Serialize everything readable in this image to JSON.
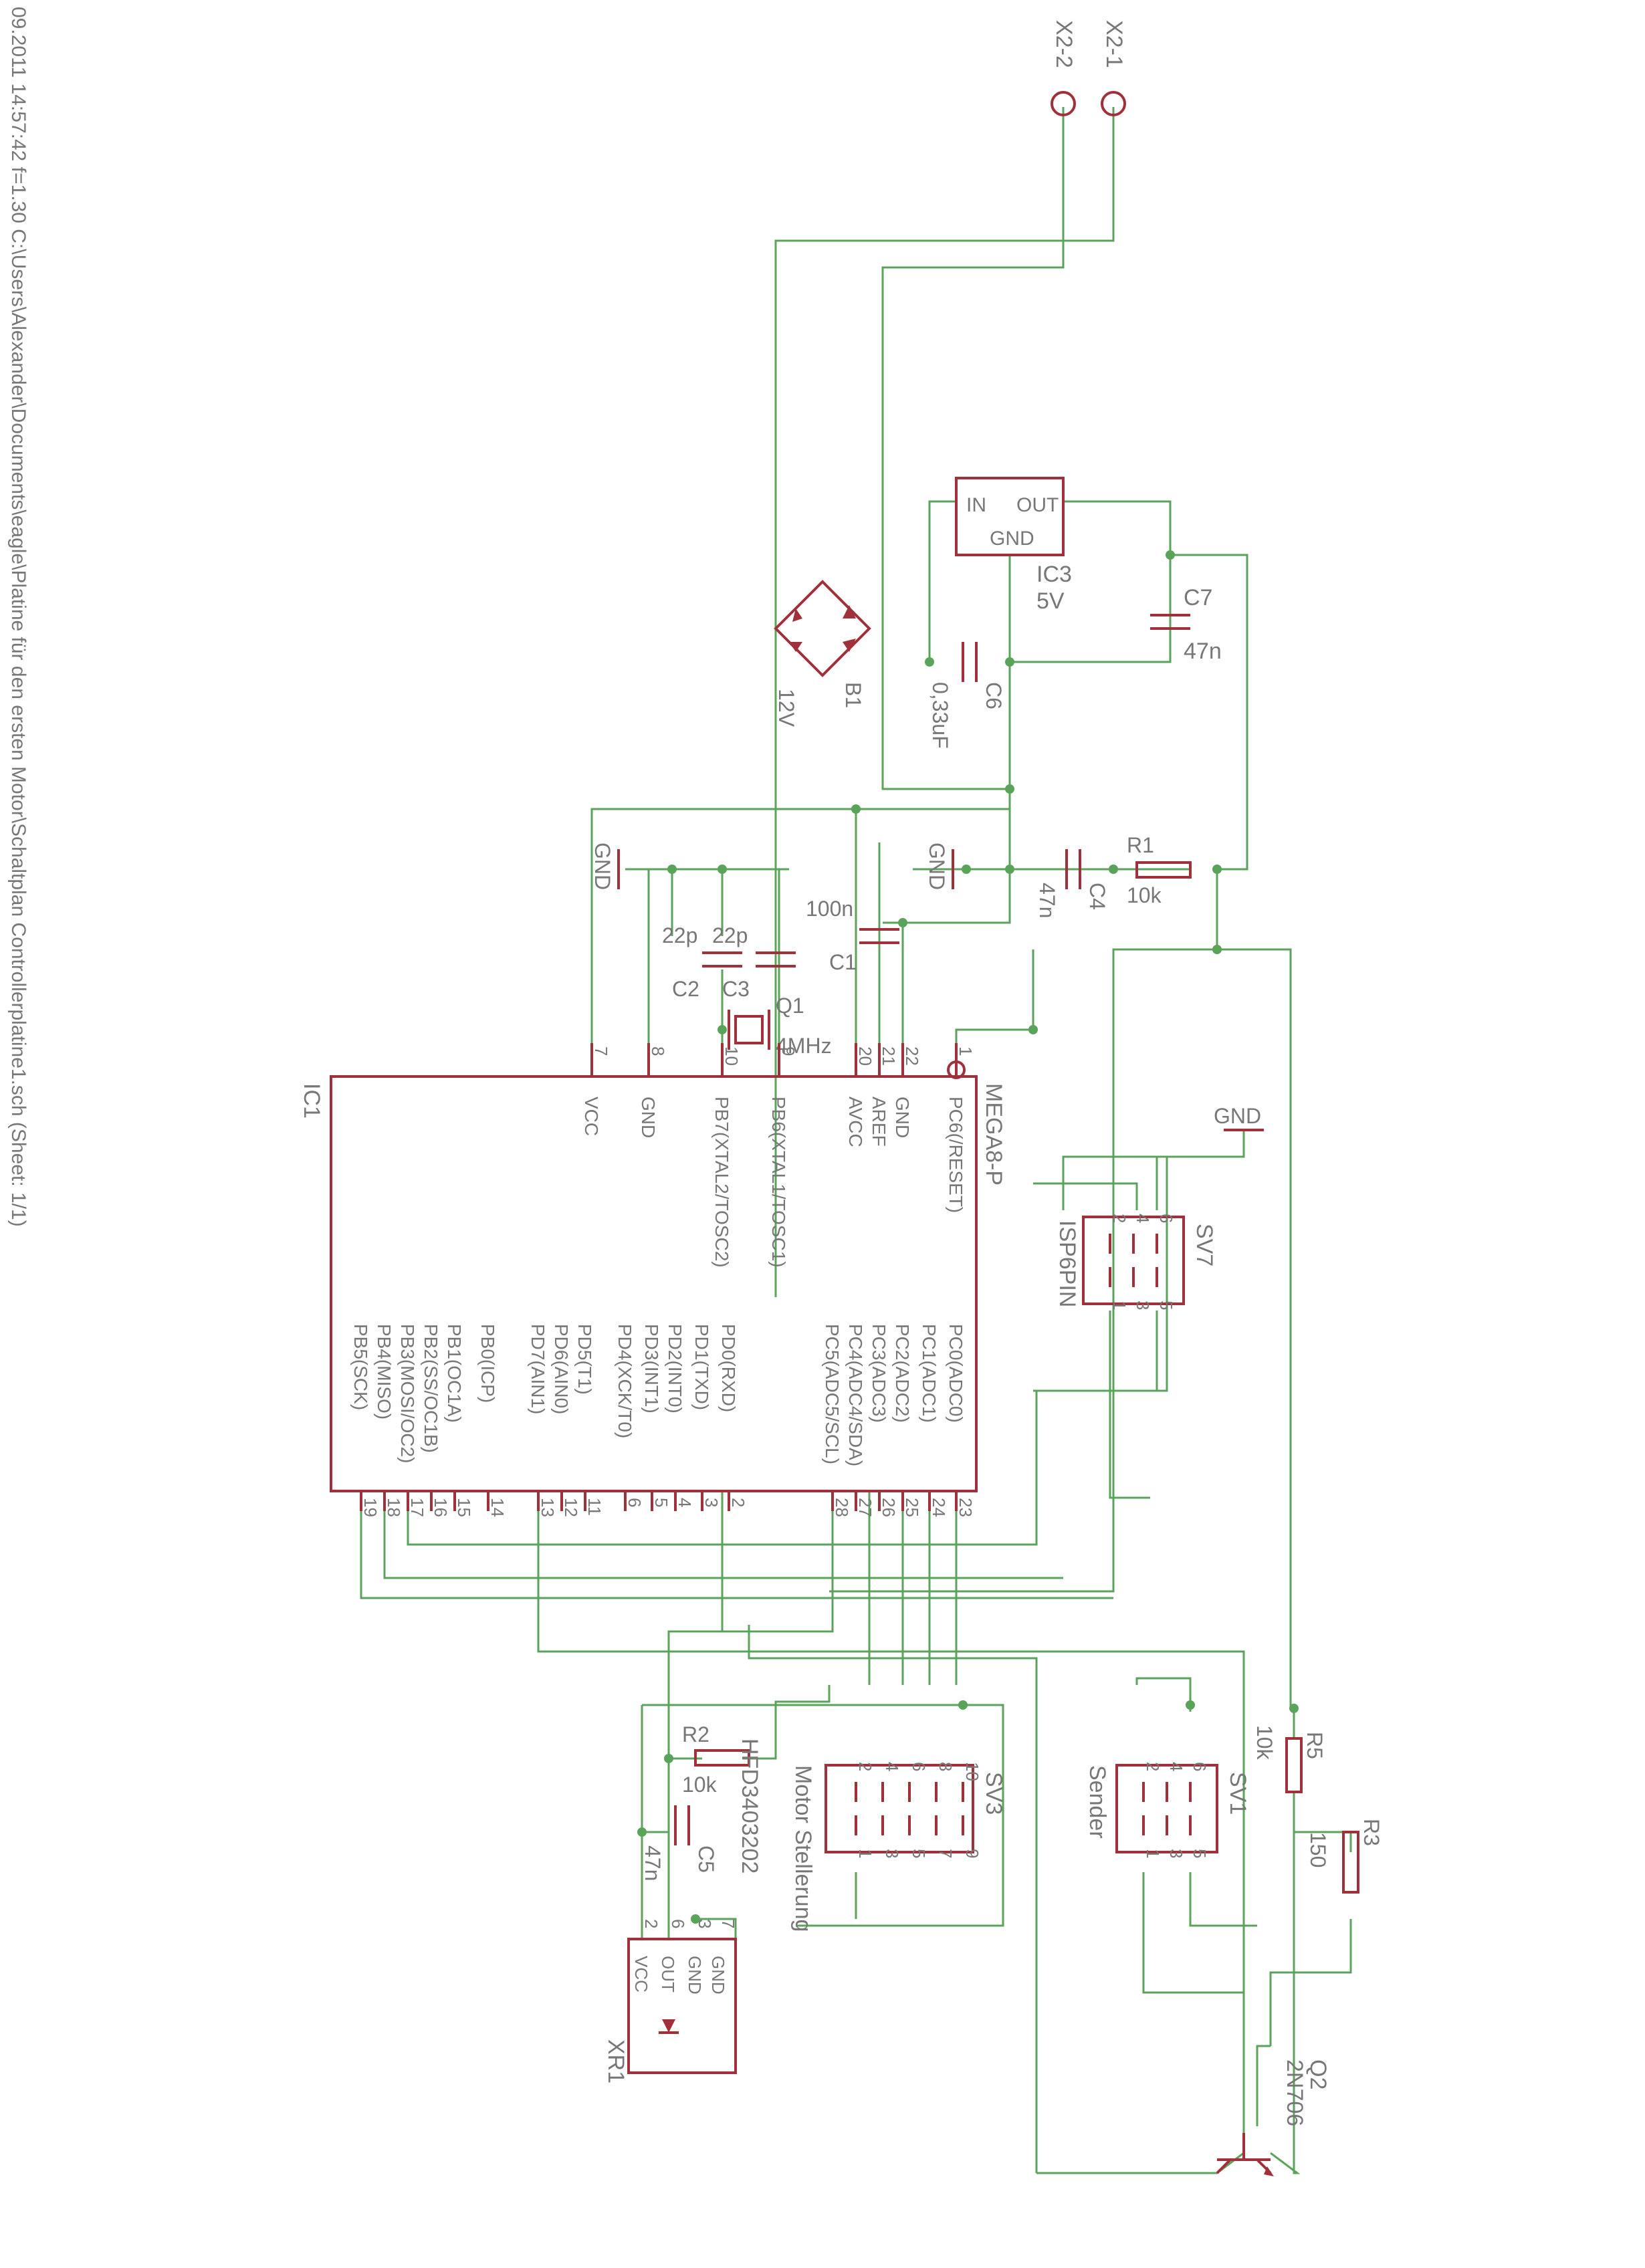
{
  "footer": "09.2011 14:57:42 f=1.30 C:\\Users\\Alexander\\Documents\\eagle\\Platine für den ersten Motor\\Schaltplan Controllerplatine1.sch (Sheet: 1/1)",
  "connectors": {
    "x2_1": "X2-1",
    "x2_2": "X2-2"
  },
  "regulator": {
    "name": "IC3",
    "value": "5V",
    "pin_in": "IN",
    "pin_out": "OUT",
    "pin_gnd": "GND"
  },
  "bridge": {
    "name": "B1",
    "value": "12V"
  },
  "caps": {
    "c6": {
      "name": "C6",
      "value": "0,33uF"
    },
    "c7": {
      "name": "C7",
      "value": "47n"
    },
    "c4": {
      "name": "C4",
      "value": "47n"
    },
    "c1": {
      "name": "C1",
      "value": "100n"
    },
    "c2": {
      "name": "C2",
      "value": "22p"
    },
    "c3": {
      "name": "C3",
      "value": "22p"
    },
    "c5": {
      "name": "C5",
      "value": "47n"
    }
  },
  "resistors": {
    "r1": {
      "name": "R1",
      "value": "10k"
    },
    "r2": {
      "name": "R2",
      "value": "10k"
    },
    "r3": {
      "name": "R3",
      "value": "150"
    },
    "r5": {
      "name": "R5",
      "value": "10k"
    }
  },
  "crystal": {
    "name": "Q1",
    "value": "4MHz"
  },
  "gnd_label": "GND",
  "mcu": {
    "name": "IC1",
    "value": "MEGA8-P",
    "top_pins": [
      {
        "num": "7",
        "name": "VCC"
      },
      {
        "num": "8",
        "name": "GND"
      },
      {
        "num": "10",
        "name": "PB7(XTAL2/TOSC2)"
      },
      {
        "num": "9",
        "name": "PB6(XTAL1/TOSC1)"
      },
      {
        "num": "20",
        "name": "AVCC"
      },
      {
        "num": "21",
        "name": "AREF"
      },
      {
        "num": "22",
        "name": "GND"
      },
      {
        "num": "1",
        "name": "PC6(/RESET)"
      }
    ],
    "bottom_pins": [
      {
        "num": "19",
        "name": "PB5(SCK)"
      },
      {
        "num": "18",
        "name": "PB4(MISO)"
      },
      {
        "num": "17",
        "name": "PB3(MOSI/OC2)"
      },
      {
        "num": "16",
        "name": "PB2(SS/OC1B)"
      },
      {
        "num": "15",
        "name": "PB1(OC1A)"
      },
      {
        "num": "14",
        "name": "PB0(ICP)"
      },
      {
        "num": "13",
        "name": "PD7(AIN1)"
      },
      {
        "num": "12",
        "name": "PD6(AIN0)"
      },
      {
        "num": "11",
        "name": "PD5(T1)"
      },
      {
        "num": "6",
        "name": "PD4(XCK/T0)"
      },
      {
        "num": "5",
        "name": "PD3(INT1)"
      },
      {
        "num": "4",
        "name": "PD2(INT0)"
      },
      {
        "num": "3",
        "name": "PD1(TXD)"
      },
      {
        "num": "2",
        "name": "PD0(RXD)"
      },
      {
        "num": "28",
        "name": "PC5(ADC5/SCL)"
      },
      {
        "num": "27",
        "name": "PC4(ADC4/SDA)"
      },
      {
        "num": "26",
        "name": "PC3(ADC3)"
      },
      {
        "num": "25",
        "name": "PC2(ADC2)"
      },
      {
        "num": "24",
        "name": "PC1(ADC1)"
      },
      {
        "num": "23",
        "name": "PC0(ADC0)"
      }
    ]
  },
  "headers": {
    "sv7": {
      "name": "SV7",
      "value": "ISP6PIN",
      "pins_top": [
        "2",
        "4",
        "6"
      ],
      "pins_bottom": [
        "1",
        "3",
        "5"
      ]
    },
    "sv3": {
      "name": "SV3",
      "value": "Motor Stellerung",
      "pins_top": [
        "2",
        "4",
        "6",
        "8",
        "10"
      ],
      "pins_bottom": [
        "1",
        "3",
        "5",
        "7",
        "9"
      ]
    },
    "sv1": {
      "name": "SV1",
      "value": "Sender",
      "pins_top": [
        "2",
        "4",
        "6"
      ],
      "pins_bottom": [
        "1",
        "3",
        "5"
      ]
    }
  },
  "receiver": {
    "name": "XR1",
    "value": "HFD3403202",
    "pins": [
      "GND",
      "GND",
      "OUT",
      "VCC"
    ],
    "pin_nums": [
      "7",
      "3",
      "6",
      "2"
    ]
  },
  "transistor": {
    "name": "Q2",
    "value": "2N706"
  }
}
